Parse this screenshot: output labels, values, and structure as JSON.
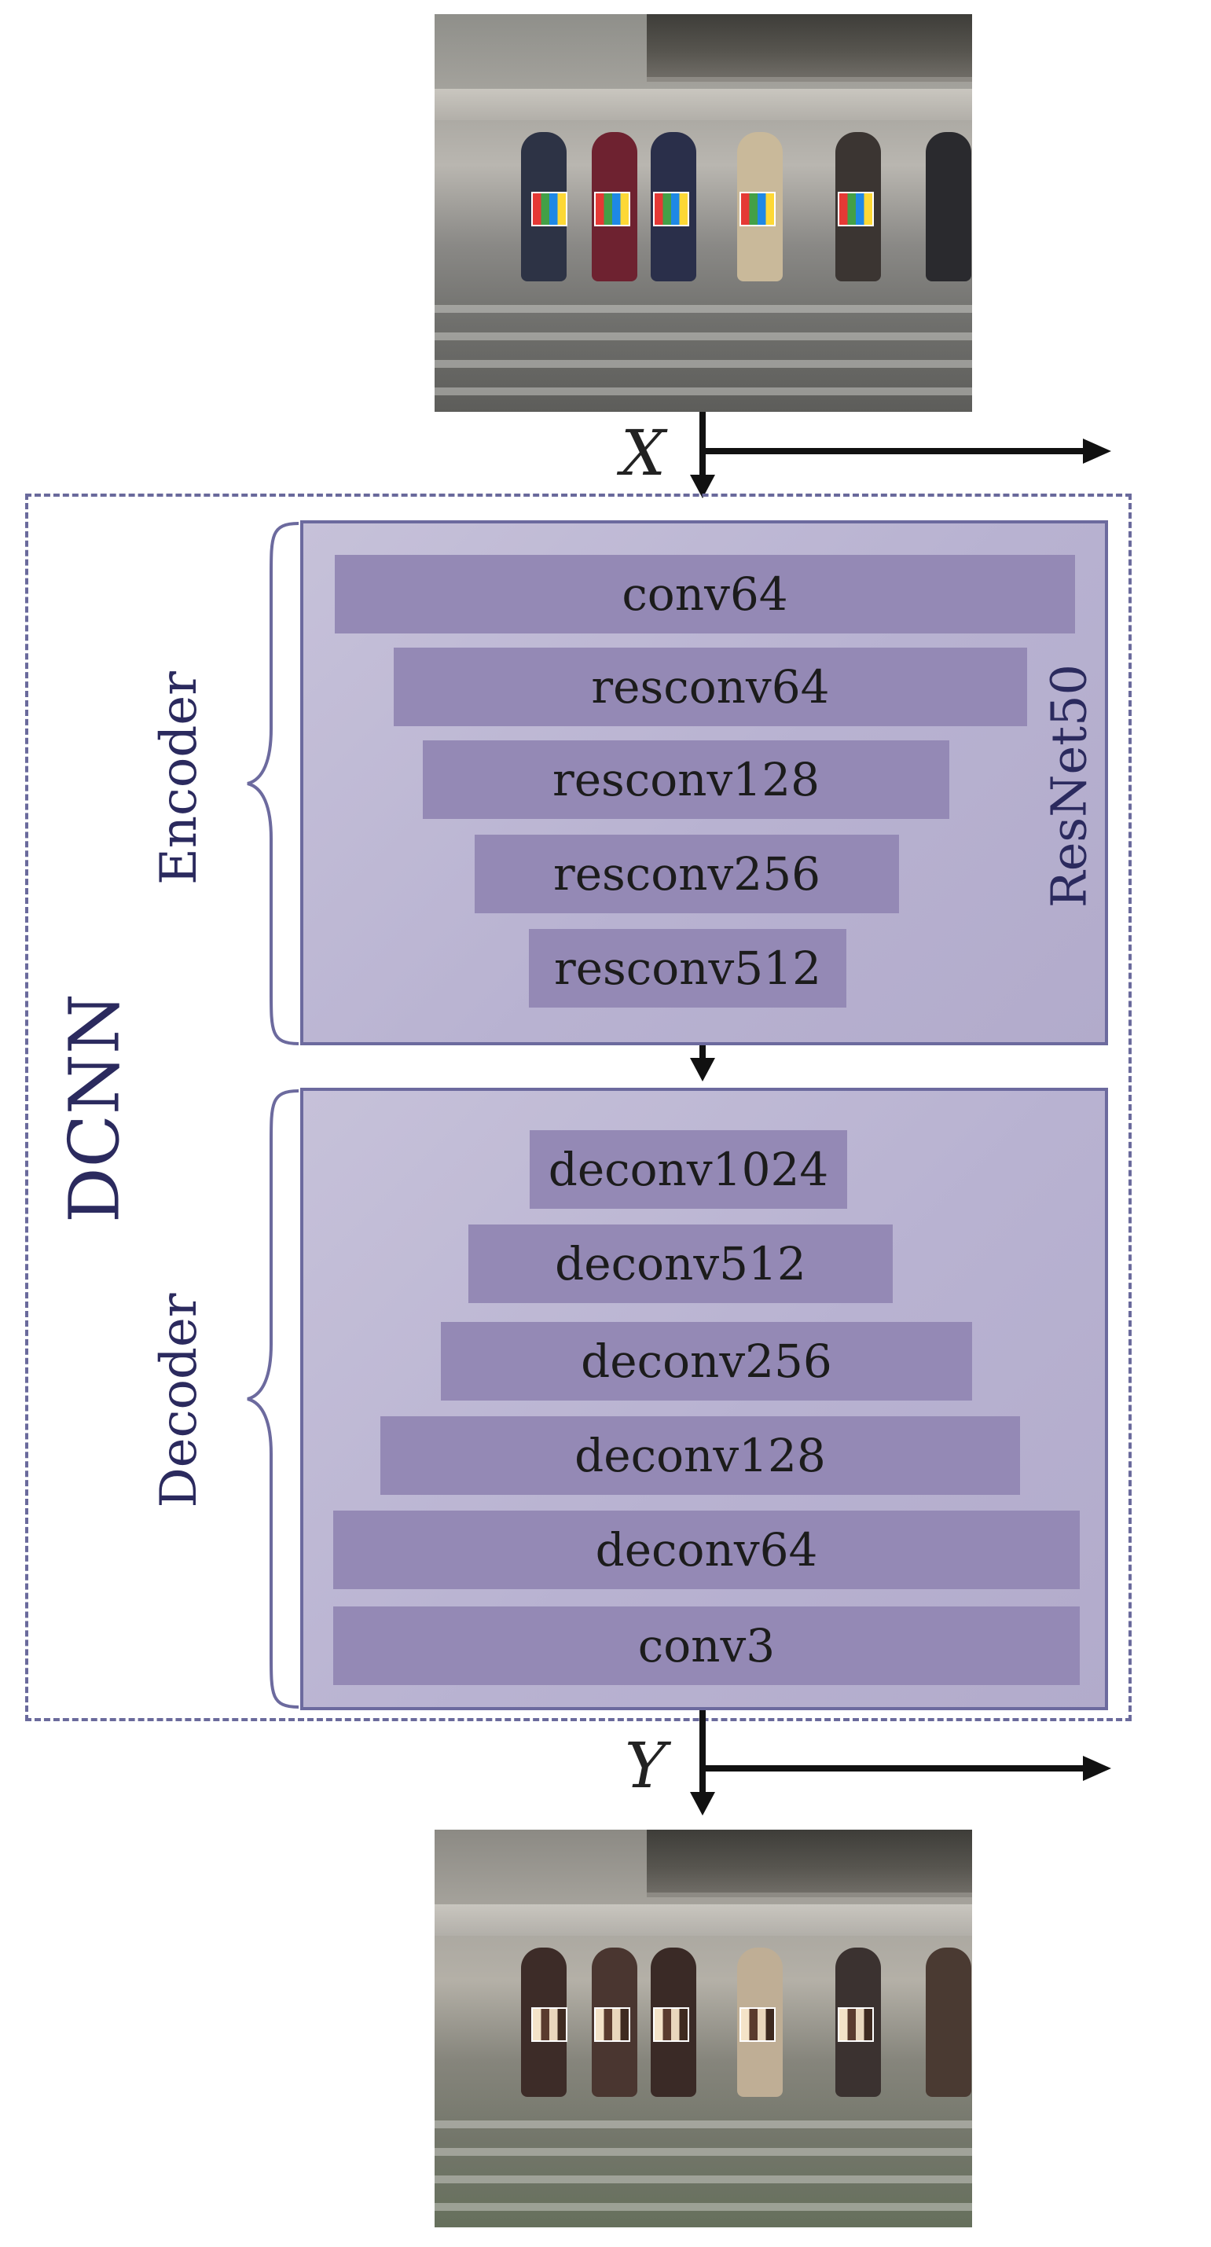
{
  "input_var": "X",
  "output_var": "Y",
  "dcnn_label": "DCNN",
  "encoder": {
    "label": "Encoder",
    "backbone_label": "ResNet50",
    "layers": [
      "conv64",
      "resconv64",
      "resconv128",
      "resconv256",
      "resconv512"
    ]
  },
  "decoder": {
    "label": "Decoder",
    "layers": [
      "deconv1024",
      "deconv512",
      "deconv256",
      "deconv128",
      "deconv64",
      "conv3"
    ]
  },
  "colors": {
    "panel": "#b8b2d1",
    "layer": "#9489b5",
    "border": "#6c6a9e",
    "label": "#2b2a5e",
    "arrow": "#111111"
  }
}
